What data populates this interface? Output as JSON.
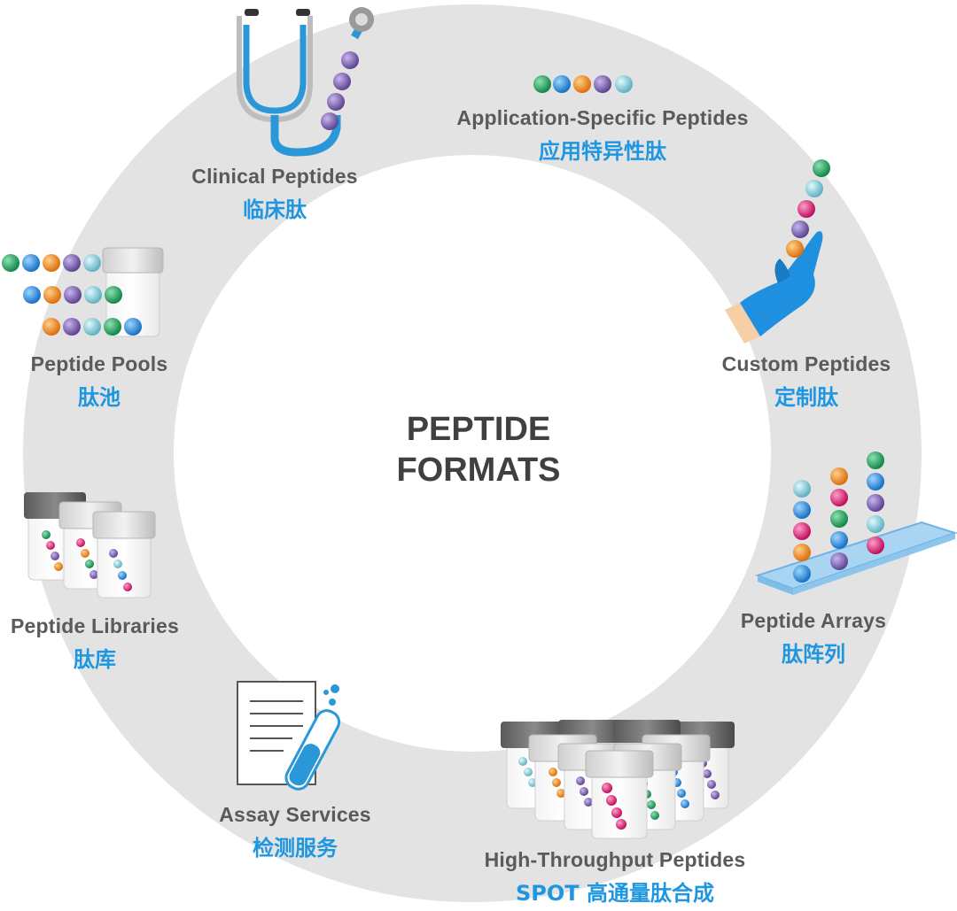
{
  "center": {
    "line1": "PEPTIDE",
    "line2": "FORMATS"
  },
  "formats": [
    {
      "key": "clinical",
      "en": "Clinical Peptides",
      "zh": "临床肽"
    },
    {
      "key": "application",
      "en": "Application-Specific Peptides",
      "zh": "应用特异性肽"
    },
    {
      "key": "custom",
      "en": "Custom Peptides",
      "zh": "定制肽"
    },
    {
      "key": "arrays",
      "en": "Peptide Arrays",
      "zh": "肽阵列"
    },
    {
      "key": "highthroughput",
      "en": "High-Throughput Peptides",
      "zh": "SPOT 高通量肽合成"
    },
    {
      "key": "assay",
      "en": "Assay Services",
      "zh": "检测服务"
    },
    {
      "key": "libraries",
      "en": "Peptide Libraries",
      "zh": "肽库"
    },
    {
      "key": "pools",
      "en": "Peptide Pools",
      "zh": "肽池"
    }
  ],
  "colors": {
    "ring": "#e3e3e3",
    "label_en": "#5a5a5a",
    "label_zh": "#1f97e0",
    "title": "#404040",
    "bead_green": "#1aa55a",
    "bead_blue": "#1f8fe0",
    "bead_orange": "#f08a1c",
    "bead_purple": "#7b5fb0",
    "bead_teal": "#7cc8d6",
    "bead_pink": "#e0207a",
    "glove": "#1f8fe0"
  }
}
